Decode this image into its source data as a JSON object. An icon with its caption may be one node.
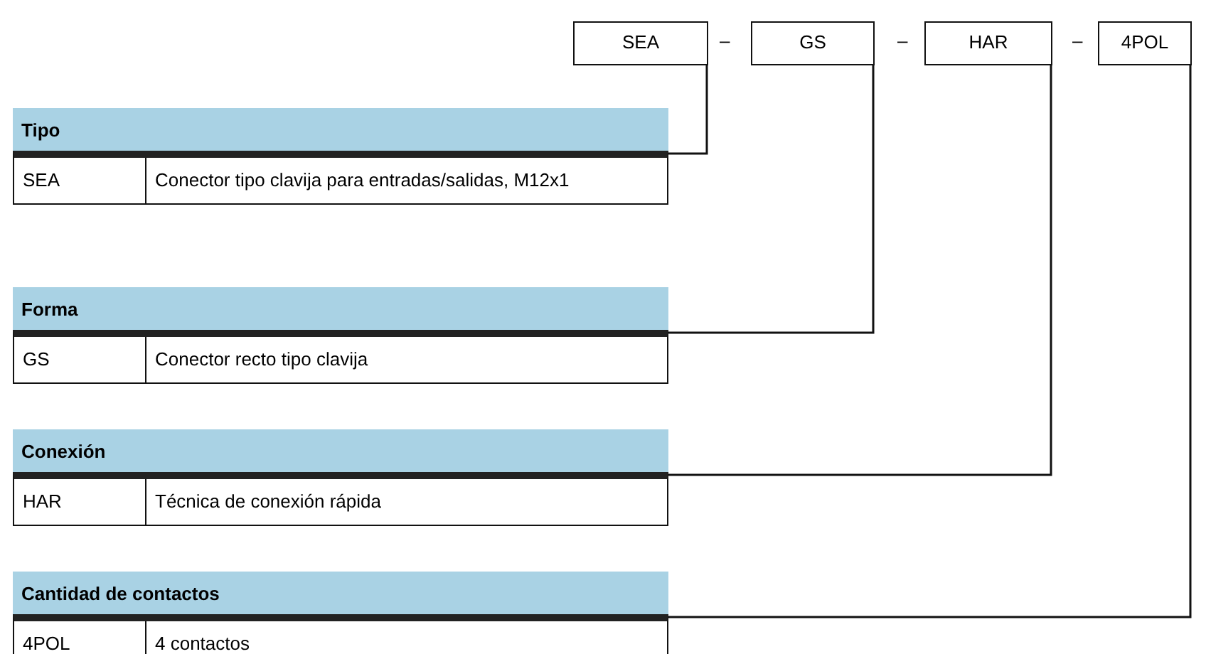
{
  "diagram": {
    "nodes": [
      {
        "text": [
          "SEA"
        ]
      },
      {
        "text": [
          "GS"
        ]
      },
      {
        "text": [
          "HAR"
        ]
      },
      {
        "text": [
          "4POL"
        ]
      },
      {
        "text": [
          "Tipo",
          "SEA",
          "Conector tipo clavija para entradas/salidas, M12x1"
        ]
      },
      {
        "text": [
          "Forma",
          "GS",
          "Conector recto tipo clavija"
        ]
      },
      {
        "text": [
          "Conexión",
          "HAR",
          "Técnica de conexión rápida"
        ]
      },
      {
        "text": [
          "Cantidad de contactos",
          "4POL",
          "4 contactos"
        ]
      }
    ],
    "edges": [
      {
        "from": 0,
        "to": 4,
        "arrow": "none"
      },
      {
        "from": 1,
        "to": 5,
        "arrow": "none"
      },
      {
        "from": 2,
        "to": 6,
        "arrow": "none"
      },
      {
        "from": 3,
        "to": 7,
        "arrow": "none"
      }
    ],
    "labels": [
      "–",
      "–",
      "–"
    ]
  }
}
